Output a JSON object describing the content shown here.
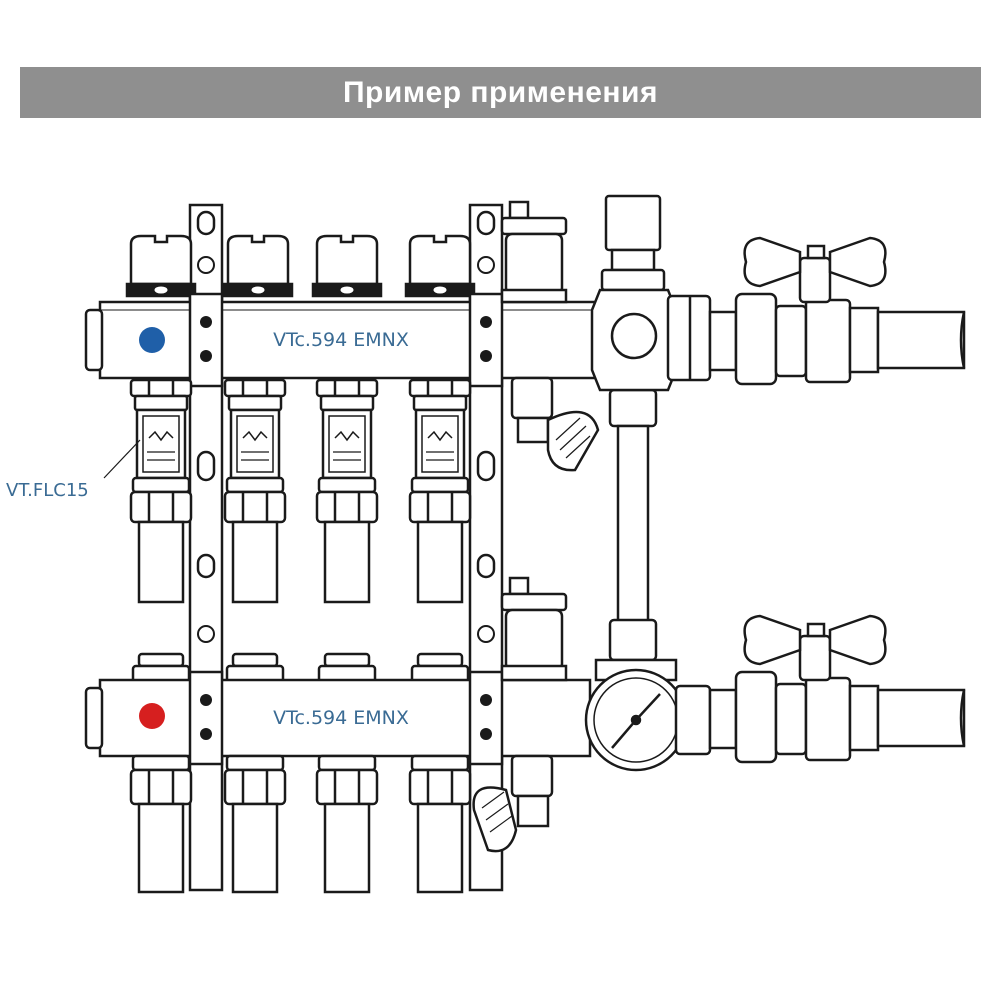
{
  "header": {
    "title": "Пример применения"
  },
  "labels": {
    "supply_manifold": "VTc.594 EMNX",
    "return_manifold": "VTc.594 EMNX",
    "flowmeter": "VT.FLC15"
  },
  "colors": {
    "header_bg": "#8f8f8f",
    "header_text": "#ffffff",
    "supply_dot": "#1f5fa8",
    "return_dot": "#d61f1f",
    "label_text": "#3a6b94",
    "line": "#1a1a1a"
  }
}
